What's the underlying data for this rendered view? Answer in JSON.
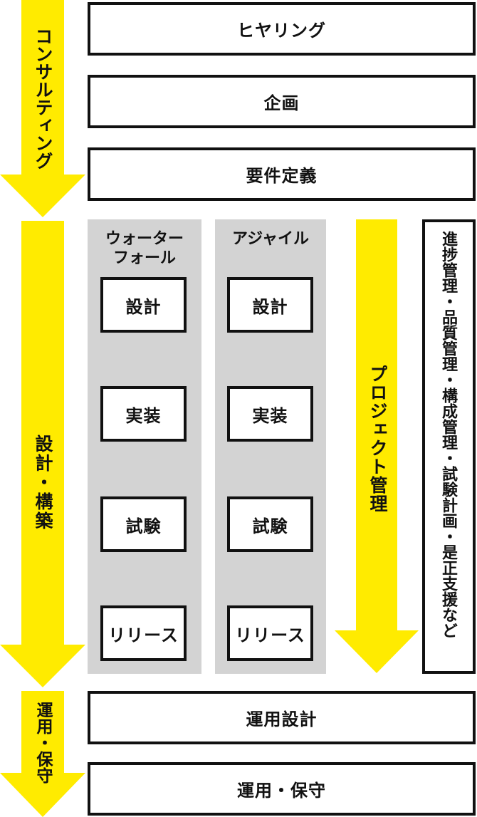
{
  "phases": {
    "consulting": "コンサルティング",
    "build": "設計・構築",
    "ops": "運用・保守"
  },
  "top_steps": [
    "ヒヤリング",
    "企画",
    "要件定義"
  ],
  "methods": {
    "waterfall": {
      "title_line1": "ウォーター",
      "title_line2": "フォール",
      "steps": [
        "設計",
        "実装",
        "試験",
        "リリース"
      ]
    },
    "agile": {
      "title": "アジャイル",
      "steps": [
        "設計",
        "実装",
        "試験",
        "リリース"
      ]
    }
  },
  "project_mgmt": "プロジェクト管理",
  "mgmt_box": "進捗管理・品質管理・構成管理・試験計画・是正支援など",
  "bottom_steps": [
    "運用設計",
    "運用・保守"
  ],
  "colors": {
    "arrow": "#ffeb00",
    "panel": "#d3d3d3",
    "border": "#111111"
  }
}
